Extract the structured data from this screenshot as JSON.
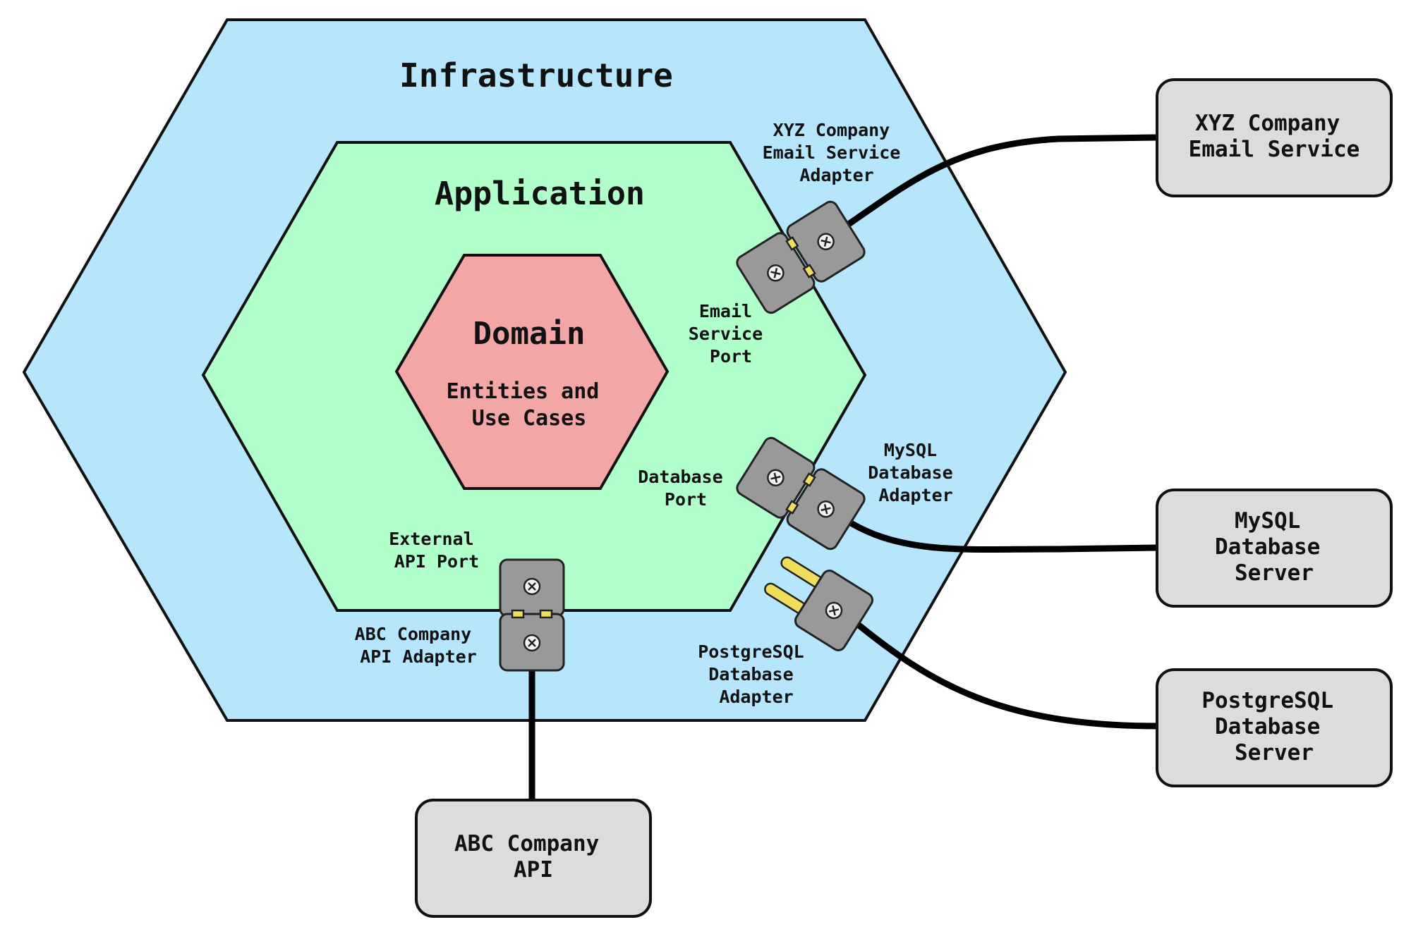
{
  "layers": {
    "infrastructure": {
      "title": "Infrastructure",
      "color": "#b6e6fc"
    },
    "application": {
      "title": "Application",
      "color": "#b1ffcb"
    },
    "domain": {
      "title": "Domain",
      "subtitle_lines": [
        "Entities and",
        "Use Cases"
      ],
      "color": "#f2a6a5"
    }
  },
  "ports": {
    "email": {
      "lines": [
        "Email",
        "Service",
        "Port"
      ]
    },
    "database": {
      "lines": [
        "Database",
        "Port"
      ]
    },
    "external_api": {
      "lines": [
        "External",
        "API Port"
      ]
    }
  },
  "adapters": {
    "xyz_email": {
      "lines": [
        "XYZ Company",
        "Email Service",
        "Adapter"
      ]
    },
    "mysql": {
      "lines": [
        "MySQL",
        "Database",
        "Adapter"
      ]
    },
    "postgresql": {
      "lines": [
        "PostgreSQL",
        "Database",
        "Adapter"
      ]
    },
    "abc_api": {
      "lines": [
        "ABC Company",
        "API Adapter"
      ]
    }
  },
  "external_systems": {
    "xyz_email": {
      "lines": [
        "XYZ Company",
        "Email Service"
      ]
    },
    "mysql": {
      "lines": [
        "MySQL",
        "Database",
        "Server"
      ]
    },
    "postgresql": {
      "lines": [
        "PostgreSQL",
        "Database",
        "Server"
      ]
    },
    "abc_api": {
      "lines": [
        "ABC Company",
        "API"
      ]
    }
  },
  "colors": {
    "external_box": "#dcdcdc",
    "plug": "#999999",
    "pin": "#f0dd5a",
    "cable": "#000000"
  }
}
